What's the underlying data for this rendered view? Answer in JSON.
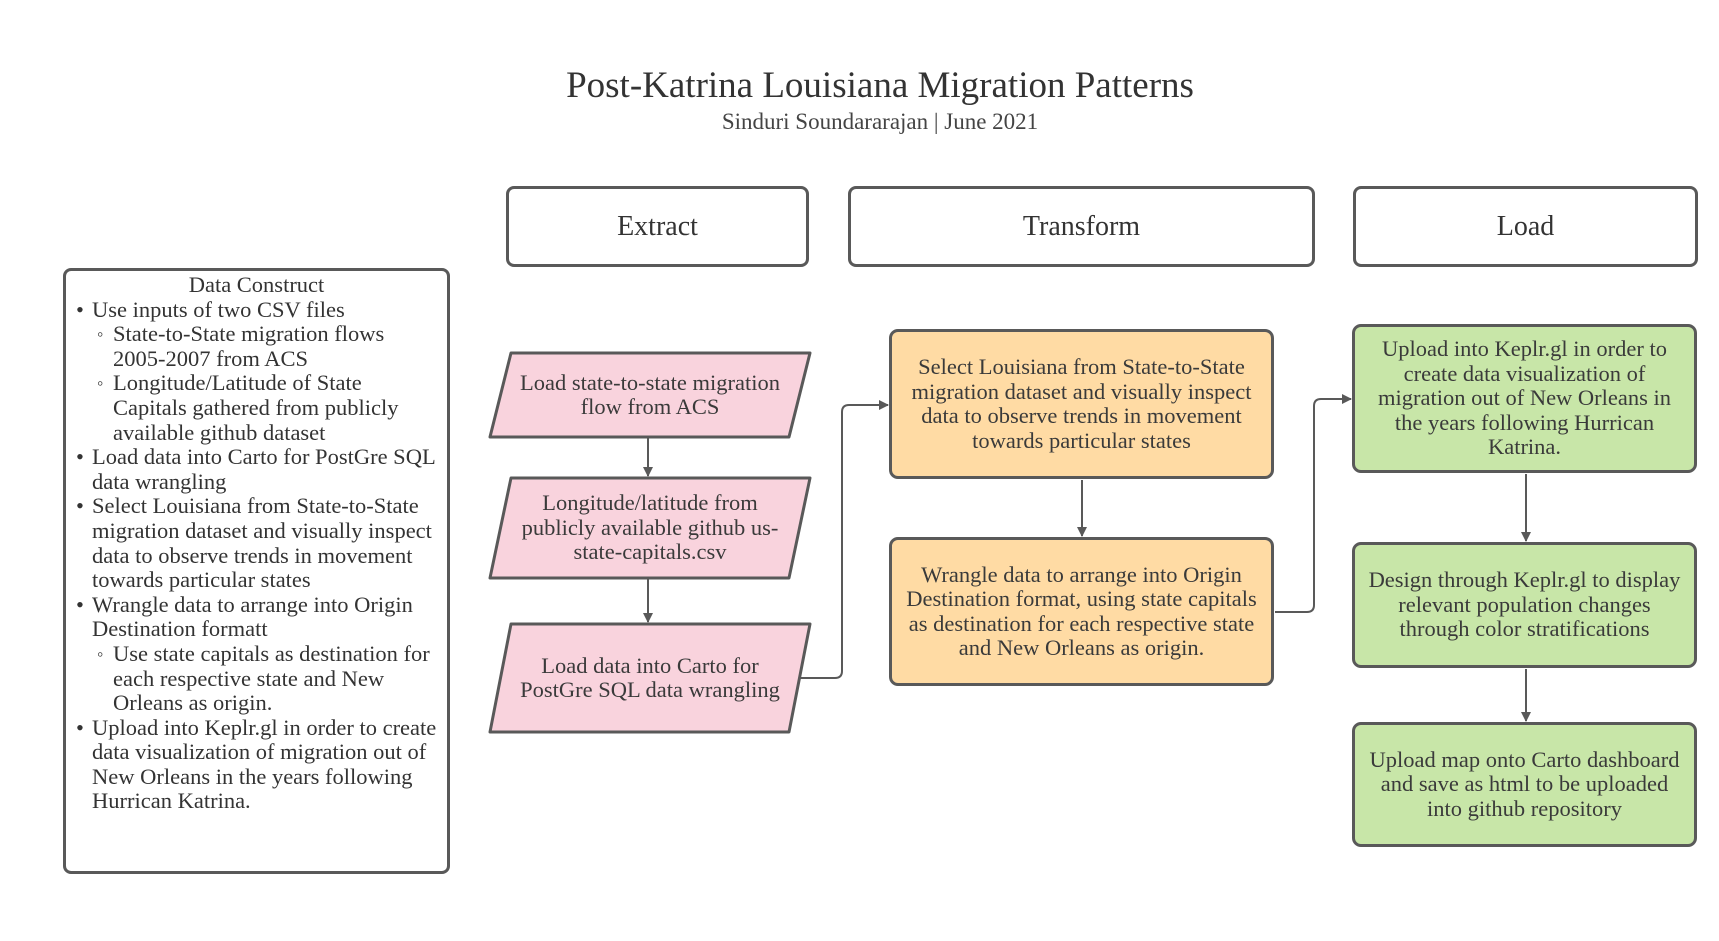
{
  "header": {
    "title": "Post-Katrina Louisiana Migration Patterns",
    "subtitle": "Sinduri Soundararajan | June 2021"
  },
  "stages": {
    "extract": "Extract",
    "transform": "Transform",
    "load": "Load"
  },
  "data_construct": {
    "title": "Data Construct",
    "bullets": [
      "Use inputs of two CSV files",
      "State-to-State migration flows 2005-2007 from ACS",
      "Longitude/Latitude of State Capitals gathered from publicly available github dataset",
      "Load data into Carto for PostGre SQL data wrangling",
      "Select Louisiana from State-to-State migration dataset and visually inspect data to observe trends in movement towards particular states",
      "Wrangle data to arrange into Origin Destination formatt",
      "Use state capitals as destination for each respective state and New Orleans as origin.",
      "Upload into Keplr.gl in order to create data visualization of migration out of New Orleans in the years following Hurrican Katrina."
    ]
  },
  "extract_steps": [
    "Load state-to-state migration flow from ACS",
    "Longitude/latitude from publicly available github us-state-capitals.csv",
    "Load data into Carto for PostGre SQL data wrangling"
  ],
  "transform_steps": [
    "Select Louisiana from State-to-State migration dataset and visually inspect data to observe trends in movement towards particular states",
    "Wrangle data to arrange into Origin Destination format, using state capitals as destination for each respective state and New Orleans as origin."
  ],
  "load_steps": [
    "Upload into Keplr.gl in order to create data visualization of migration out of New Orleans in the years following Hurrican Katrina.",
    "Design through Keplr.gl to display relevant population changes through color stratifications",
    "Upload map onto Carto dashboard and save as html to be uploaded into github repository"
  ],
  "colors": {
    "extract_fill": "#f9d3dd",
    "transform_fill": "#ffdba4",
    "load_fill": "#c8e6a8",
    "stroke": "#595959"
  }
}
